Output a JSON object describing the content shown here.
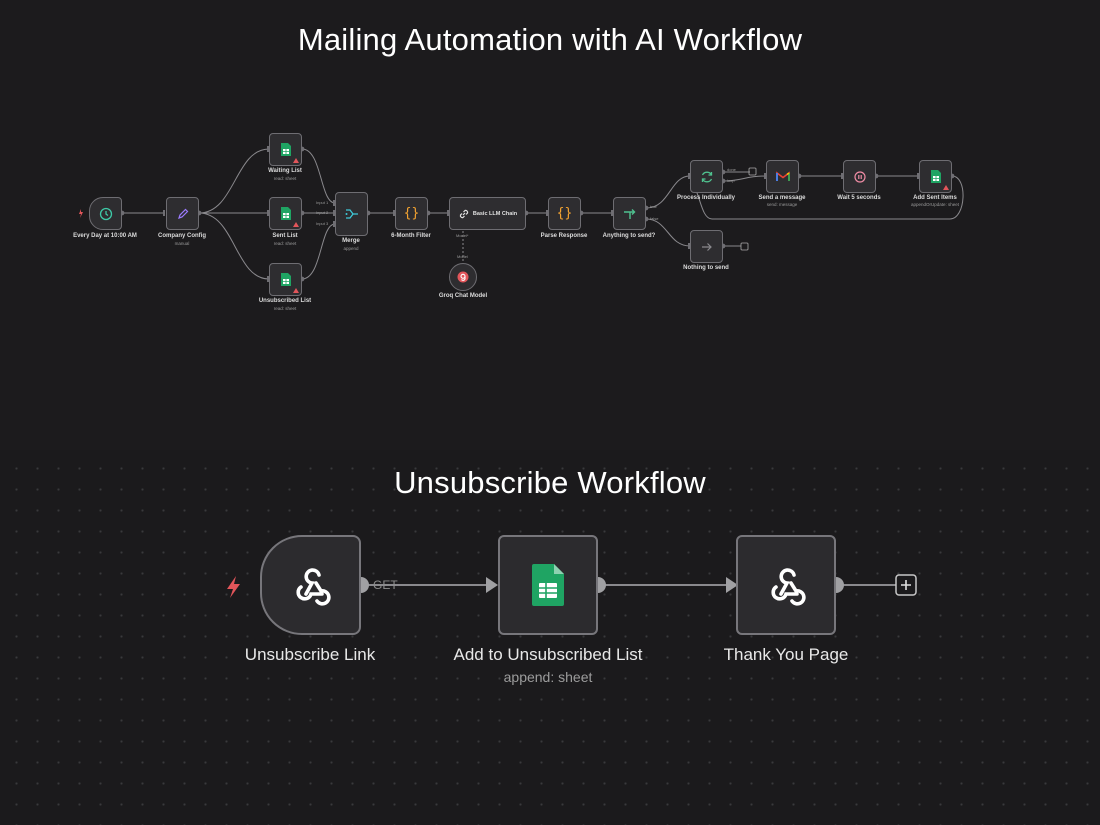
{
  "titles": {
    "top": "Mailing Automation with AI Workflow",
    "bottom": "Unsubscribe Workflow"
  },
  "mailing": {
    "nodes": {
      "trigger": {
        "label": "Every Day at 10:00 AM",
        "icon": "clock-icon"
      },
      "config": {
        "label": "Company Config",
        "sub": "manual",
        "icon": "pencil-icon"
      },
      "waiting": {
        "label": "Waiting List",
        "sub": "read: sheet",
        "icon": "google-sheets-icon"
      },
      "sent": {
        "label": "Sent List",
        "sub": "read: sheet",
        "icon": "google-sheets-icon"
      },
      "unsub": {
        "label": "Unsubscribed List",
        "sub": "read: sheet",
        "icon": "google-sheets-icon"
      },
      "merge": {
        "label": "Merge",
        "sub": "append",
        "icon": "merge-icon",
        "inputs": [
          "Input 1",
          "Input 2",
          "Input 3"
        ]
      },
      "filter": {
        "label": "6-Month Filter",
        "icon": "code-braces-icon"
      },
      "chain": {
        "label": "Basic LLM Chain",
        "icon": "link-icon",
        "port": "Model*"
      },
      "groq": {
        "label": "Groq Chat Model",
        "icon": "groq-icon",
        "port": "Model"
      },
      "parse": {
        "label": "Parse Response",
        "icon": "code-braces-icon"
      },
      "ifnode": {
        "label": "Anything to send?",
        "icon": "branch-icon",
        "outputs": [
          "true",
          "false"
        ]
      },
      "process": {
        "label": "Process Individually",
        "icon": "loop-icon",
        "outputs": [
          "done",
          "loop"
        ]
      },
      "gmail": {
        "label": "Send a message",
        "sub": "send: message",
        "icon": "gmail-icon"
      },
      "wait": {
        "label": "Wait 5 seconds",
        "icon": "pause-icon"
      },
      "addsent": {
        "label": "Add Sent Items",
        "sub": "appendOrUpdate: sheet",
        "icon": "google-sheets-icon"
      },
      "nothing": {
        "label": "Nothing to send",
        "icon": "arrow-right-icon"
      }
    }
  },
  "unsubscribe": {
    "nodes": {
      "webhook": {
        "label": "Unsubscribe Link",
        "icon": "webhook-icon"
      },
      "sheet": {
        "label": "Add to Unsubscribed List",
        "sub": "append: sheet",
        "icon": "google-sheets-icon"
      },
      "respond": {
        "label": "Thank You Page",
        "icon": "webhook-icon"
      }
    },
    "edge_label": "GET"
  },
  "colors": {
    "background": "#1c1b1d",
    "node_fill": "#2e2d30",
    "node_border": "#6e6d72",
    "wire": "#8a898d",
    "trigger_bolt": "#e2555a",
    "sheets_green": "#1fa463",
    "clock_teal": "#3ec9a7",
    "pencil_purple": "#9c7bff",
    "code_orange": "#f5a431",
    "branch_green": "#4fc28f",
    "warning_red": "#e2555a"
  }
}
